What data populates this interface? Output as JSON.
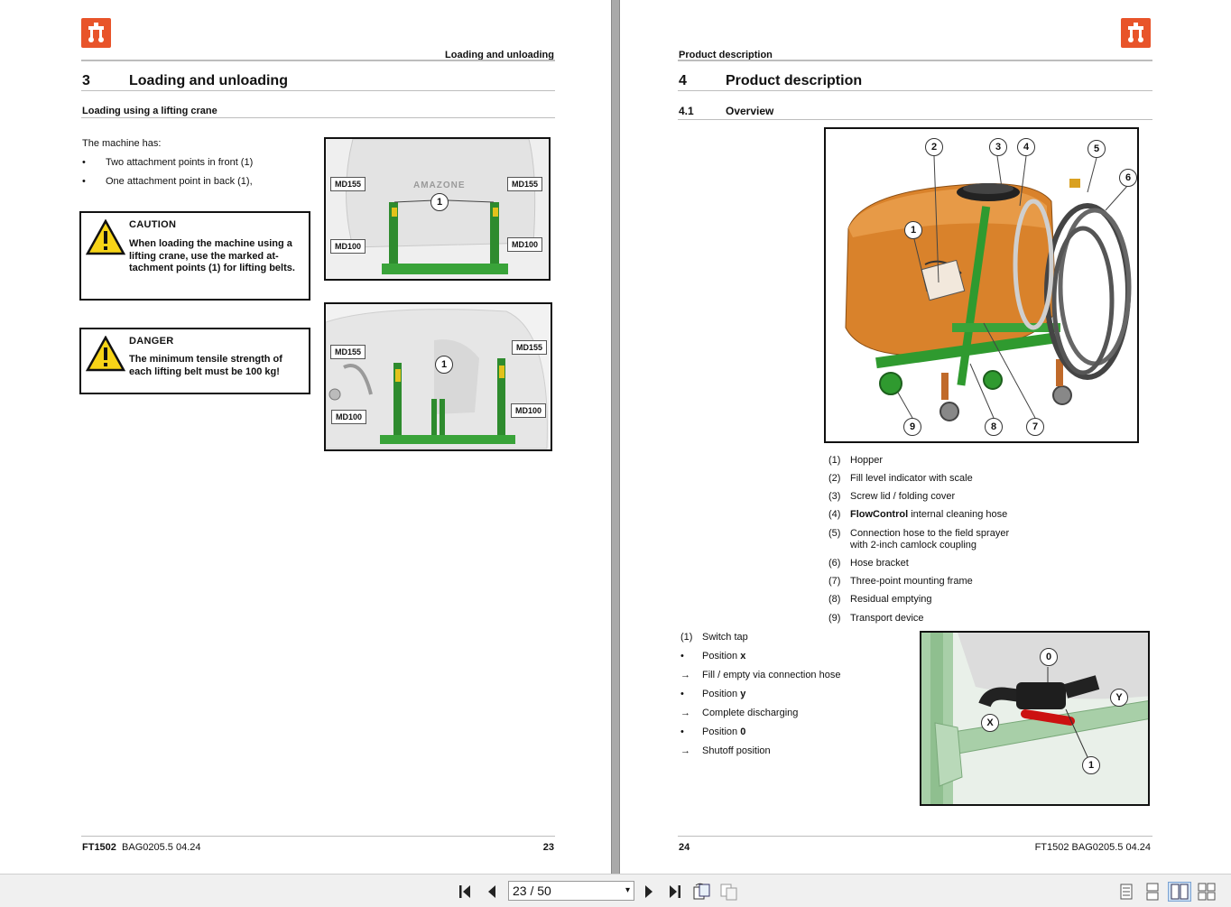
{
  "left_page": {
    "running_header": "Loading and unloading",
    "chapter_number": "3",
    "chapter_title": "Loading and unloading",
    "section_title": "Loading using a lifting crane",
    "intro": "The machine has:",
    "bullets": [
      "Two attachment points in front (1)",
      "One attachment point in back (1),"
    ],
    "caution": {
      "title": "CAUTION",
      "lines": [
        "When loading the machine using a",
        "lifting crane, use the marked at-",
        "tachment points (1) for lifting belts."
      ]
    },
    "danger": {
      "title": "DANGER",
      "lines": [
        "The minimum tensile strength of",
        "each lifting belt must be 100 kg!"
      ]
    },
    "figure1": {
      "brand": "AMAZONE",
      "labels": [
        "MD155",
        "MD155",
        "MD100",
        "MD100"
      ],
      "callout": "1"
    },
    "figure2": {
      "labels": [
        "MD155",
        "MD155",
        "MD100",
        "MD100"
      ],
      "callout": "1"
    },
    "footer_left": "FT1502  BAG0205.5  04.24",
    "footer_model": "FT1502",
    "footer_doc": "BAG0205.5  04.24",
    "page_number": "23"
  },
  "right_page": {
    "running_header": "Product description",
    "chapter_number": "4",
    "chapter_title": "Product description",
    "section_number": "4.1",
    "section_title": "Overview",
    "figure_callouts": [
      "1",
      "2",
      "3",
      "4",
      "5",
      "6",
      "7",
      "8",
      "9"
    ],
    "legend": [
      {
        "num": "(1)",
        "text": "Hopper"
      },
      {
        "num": "(2)",
        "text": "Fill level indicator with scale"
      },
      {
        "num": "(3)",
        "text": "Screw lid / folding cover"
      },
      {
        "num": "(4)",
        "bold": "FlowControl",
        "text": " internal cleaning hose"
      },
      {
        "num": "(5)",
        "text": "Connection hose to the field sprayer",
        "text2": "with 2-inch camlock coupling"
      },
      {
        "num": "(6)",
        "text": "Hose bracket"
      },
      {
        "num": "(7)",
        "text": "Three-point mounting frame"
      },
      {
        "num": "(8)",
        "text": "Residual emptying"
      },
      {
        "num": "(9)",
        "text": "Transport device"
      }
    ],
    "tap_list": [
      {
        "marker": "(1)",
        "text": "Switch tap"
      },
      {
        "marker": "•",
        "text": "Position ",
        "bold": "x"
      },
      {
        "marker": "→",
        "text": "Fill / empty via connection hose"
      },
      {
        "marker": "•",
        "text": "Position ",
        "bold": "y"
      },
      {
        "marker": "→",
        "text": "Complete discharging"
      },
      {
        "marker": "•",
        "text": "Position ",
        "bold": "0"
      },
      {
        "marker": "→",
        "text": "Shutoff position"
      }
    ],
    "tap_figure_callouts": {
      "zero": "0",
      "x": "X",
      "y": "Y",
      "one": "1"
    },
    "page_number": "24",
    "footer_right": "FT1502  BAG0205.5  04.24"
  },
  "toolbar": {
    "page_field": "23 / 50",
    "icons": [
      "first-page-icon",
      "prev-page-icon",
      "next-page-icon",
      "last-page-icon",
      "rotate-icon",
      "compare-icon",
      "single-page-icon",
      "continuous-icon",
      "two-page-icon",
      "two-page-continuous-icon"
    ]
  },
  "colors": {
    "amazone_orange": "#e8542a",
    "hopper_orange": "#d9822b",
    "frame_green": "#2f9a2f",
    "frame_pale_green": "#a8cfa8",
    "warning_yellow": "#f7d417"
  }
}
